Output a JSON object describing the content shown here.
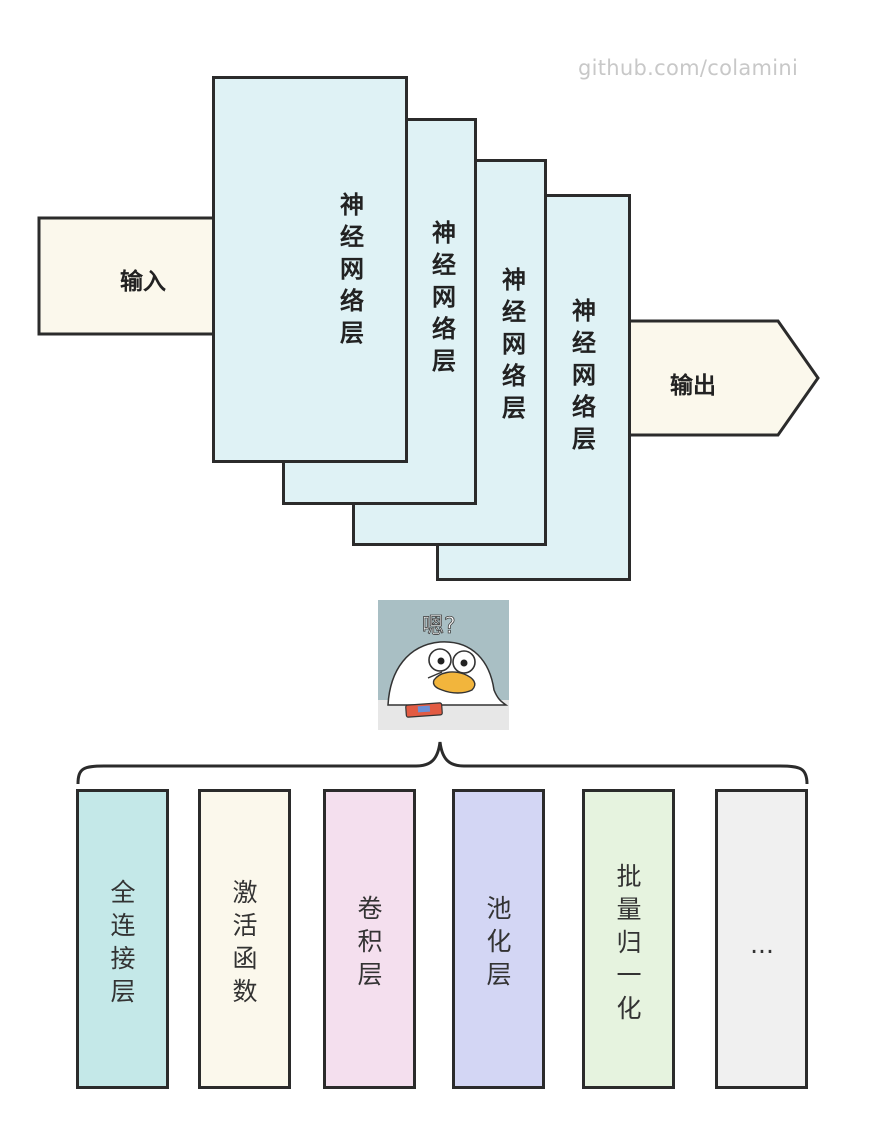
{
  "watermark": "github.com/colamini",
  "input_label": "输入",
  "output_label": "输出",
  "layer_label": "神经网络层",
  "duck_caption": "嗯?",
  "components": [
    {
      "label": "全连接层",
      "color": "#c4e8e8"
    },
    {
      "label": "激活函数",
      "color": "#fbf8ec"
    },
    {
      "label": "卷积层",
      "color": "#f4dfee"
    },
    {
      "label": "池化层",
      "color": "#d3d6f4"
    },
    {
      "label": "批量归一化",
      "color": "#e6f3df"
    },
    {
      "label": "...",
      "color": "#f0f0f0"
    }
  ]
}
